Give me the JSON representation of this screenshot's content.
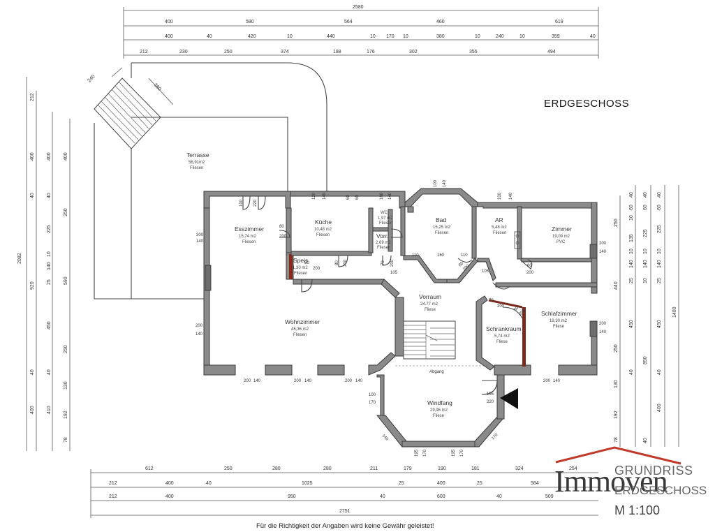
{
  "title": "ERDGESCHOSS",
  "disclaimer": "Für die Richtigkeit der Angaben wird keine Gewähr geleistet!",
  "logo": {
    "grundriss": "GRUNDRISS",
    "brand": "Immoven",
    "floor": "ERDGESCHOSS",
    "scale": "M 1:100",
    "roof_color": "#c0392b"
  },
  "colors": {
    "wall": "#8a8a8a",
    "accent": "#b03a2e",
    "brown": "#7a2b1e"
  },
  "rooms": [
    {
      "name": "Terrasse",
      "area": "56,91m2",
      "floor": "Fliesen"
    },
    {
      "name": "Esszimmer",
      "area": "15,74 m2",
      "floor": "Fliesen"
    },
    {
      "name": "Küche",
      "area": "10,48 m2",
      "floor": "Fliesen"
    },
    {
      "name": "WC",
      "area": "1,97 m2",
      "floor": "Fliesen"
    },
    {
      "name": "Vorr.",
      "area": "2,69 m2",
      "floor": "Fliesen"
    },
    {
      "name": "Bad",
      "area": "15,25 m2",
      "floor": "Fliesen"
    },
    {
      "name": "AR",
      "area": "5,48 m2",
      "floor": "Fliesen"
    },
    {
      "name": "Zimmer",
      "area": "19,09 m2",
      "floor": "PVC"
    },
    {
      "name": "Speis",
      "area": "1,30 m2",
      "floor": "Fliesen"
    },
    {
      "name": "Vorraum",
      "area": "24,77 m2",
      "floor": "Fliese"
    },
    {
      "name": "Wohnzimmer",
      "area": "45,36 m2",
      "floor": "Fliesen"
    },
    {
      "name": "Schrankraum",
      "area": "5,74 m2",
      "floor": "Fliese"
    },
    {
      "name": "Schlafzimmer",
      "area": "19,30 m2",
      "floor": "Fliese"
    },
    {
      "name": "Windfang",
      "area": "29,96 m2",
      "floor": "Fliese"
    }
  ],
  "dims": {
    "top_total": "2580",
    "top_row1": [
      "400",
      "580",
      "564",
      "460",
      "619"
    ],
    "top_row2": [
      "400",
      "40",
      "420",
      "10",
      "440",
      "10",
      "170",
      "10",
      "380",
      "10",
      "240",
      "10",
      "359",
      "40"
    ],
    "top_row3": [
      "212",
      "230",
      "250",
      "374",
      "188",
      "176",
      "302",
      "355",
      "494"
    ],
    "bottom_row1": [
      "612",
      "250",
      "280",
      "280",
      "211",
      "179",
      "190",
      "181",
      "324",
      "254"
    ],
    "bottom_row2": [
      "212",
      "400",
      "40",
      "1025",
      "25",
      "400",
      "25",
      "584"
    ],
    "bottom_row3": [
      "212",
      "400",
      "950",
      "40",
      "600",
      "40",
      "509"
    ],
    "bottom_total": "2751",
    "left_total": "2082",
    "left_row1": [
      "212",
      "400",
      "40",
      "920",
      "40",
      "400"
    ],
    "left_row2": [
      "400",
      "40",
      "225",
      "10",
      "140",
      "25",
      "450",
      "40",
      "410"
    ],
    "left_row3": [
      "400",
      "250",
      "590",
      "250",
      "130",
      "192",
      "78"
    ],
    "right_total": "1400",
    "right_row1": [
      "250",
      "440",
      "250",
      "130",
      "192",
      "78"
    ],
    "right_row2": [
      "40",
      "60",
      "10",
      "135",
      "10",
      "140",
      "25",
      "450",
      "40"
    ],
    "right_row3": [
      "40",
      "60",
      "225",
      "10",
      "140",
      "10",
      "850",
      "40"
    ],
    "right_row4": [
      "40",
      "60",
      "225",
      "10",
      "140",
      "25",
      "450",
      "40",
      "400"
    ]
  },
  "windows": {
    "terrace_diag": [
      "240",
      "380"
    ],
    "esszimmer_top": [
      "100",
      "220"
    ],
    "esszimmer_left": [
      "300",
      "140"
    ],
    "esszimmer_door": [
      "80",
      "200"
    ],
    "kueche_top": [
      "120",
      "140"
    ],
    "wc_top": [
      "100",
      "140"
    ],
    "wc_top2": [
      "60",
      "60"
    ],
    "bad_top": [
      "100",
      "140"
    ],
    "ar_top": [
      "100",
      "140"
    ],
    "zimmer_right": [
      "200",
      "140"
    ],
    "zimmer_door": [
      "80",
      "200"
    ],
    "speis": [
      "80",
      "200"
    ],
    "kueche_door": [
      "80",
      "200"
    ],
    "vorr_door": [
      "70",
      "200"
    ],
    "bad_door": [
      "80",
      "200"
    ],
    "bad_inner": [
      "110",
      "160",
      "110"
    ],
    "vorraum_105": "105",
    "ar_105": "105",
    "wohn_left": [
      "200",
      "140"
    ],
    "wohn_bottom": [
      "200",
      "140",
      "200",
      "140",
      "200",
      "140"
    ],
    "schrank_door": [
      "70",
      "200"
    ],
    "schlaf_door": [
      "80",
      "200"
    ],
    "schlaf_right": [
      "200",
      "140"
    ],
    "schlaf_bottom": [
      "200",
      "140"
    ],
    "windfang_left": [
      "100",
      "170"
    ],
    "windfang_right": [
      "195",
      "220"
    ],
    "windfang_diag": [
      "140",
      "170"
    ],
    "windfang_bottom": [
      "195",
      "170",
      "195",
      "170"
    ],
    "stair_label": "Abgang"
  }
}
